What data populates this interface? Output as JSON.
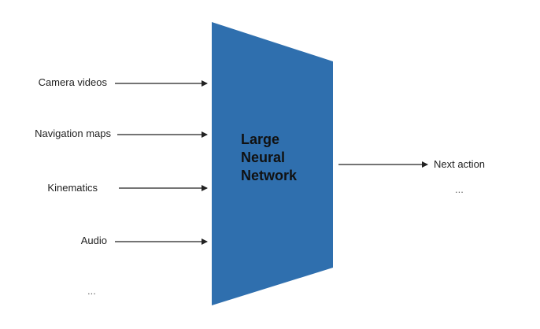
{
  "inputs": [
    {
      "label": "Camera videos"
    },
    {
      "label": "Navigation maps"
    },
    {
      "label": "Kinematics"
    },
    {
      "label": "Audio"
    },
    {
      "label": "..."
    }
  ],
  "network": {
    "line1": "Large",
    "line2": "Neural",
    "line3": "Network",
    "color": "#2f6fae"
  },
  "outputs": [
    {
      "label": "Next action"
    },
    {
      "label": "..."
    }
  ],
  "colors": {
    "arrow": "#222222",
    "text": "#222222"
  }
}
